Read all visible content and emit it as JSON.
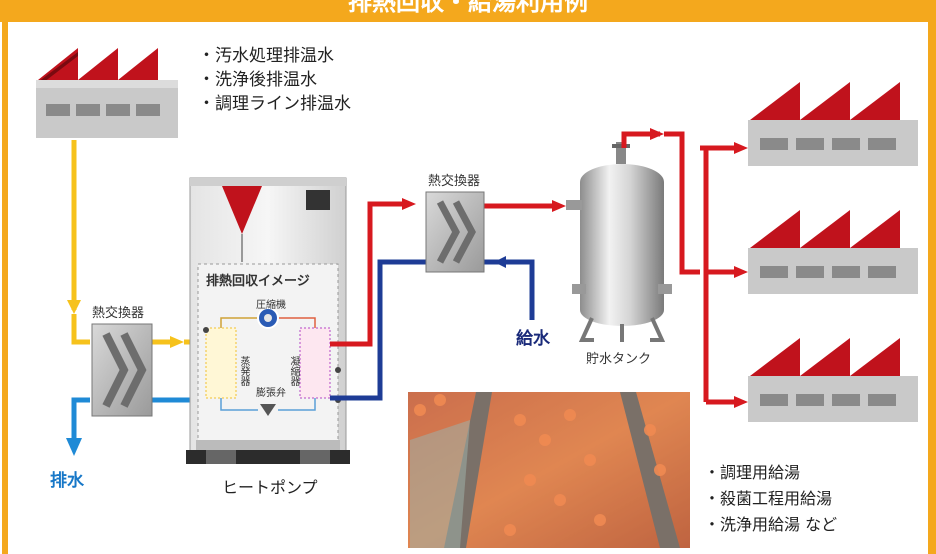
{
  "header": {
    "title": "排熱回収・給湯利用例",
    "color": "#f4a81d"
  },
  "sources": {
    "items": [
      "・汚水処理排温水",
      "・洗浄後排温水",
      "・調理ライン排温水"
    ]
  },
  "heat_exchanger_left": {
    "label": "熱交換器"
  },
  "heat_exchanger_right": {
    "label": "熱交換器"
  },
  "heat_pump": {
    "inner_title": "排熱回収イメージ",
    "compressor": "圧縮機",
    "evaporator": "蒸発器",
    "condenser": "凝縮器",
    "expansion_valve": "膨張弁",
    "label": "ヒートポンプ"
  },
  "drain": {
    "label": "排水"
  },
  "supply": {
    "label": "給水"
  },
  "tank": {
    "label": "貯水タンク"
  },
  "uses": {
    "items": [
      "・調理用給湯",
      "・殺菌工程用給湯",
      "・洗浄用給湯 など"
    ]
  },
  "colors": {
    "hot": "#d7191f",
    "warm": "#f6c21c",
    "cold": "#1e3c96",
    "drain": "#1f8ad6"
  }
}
